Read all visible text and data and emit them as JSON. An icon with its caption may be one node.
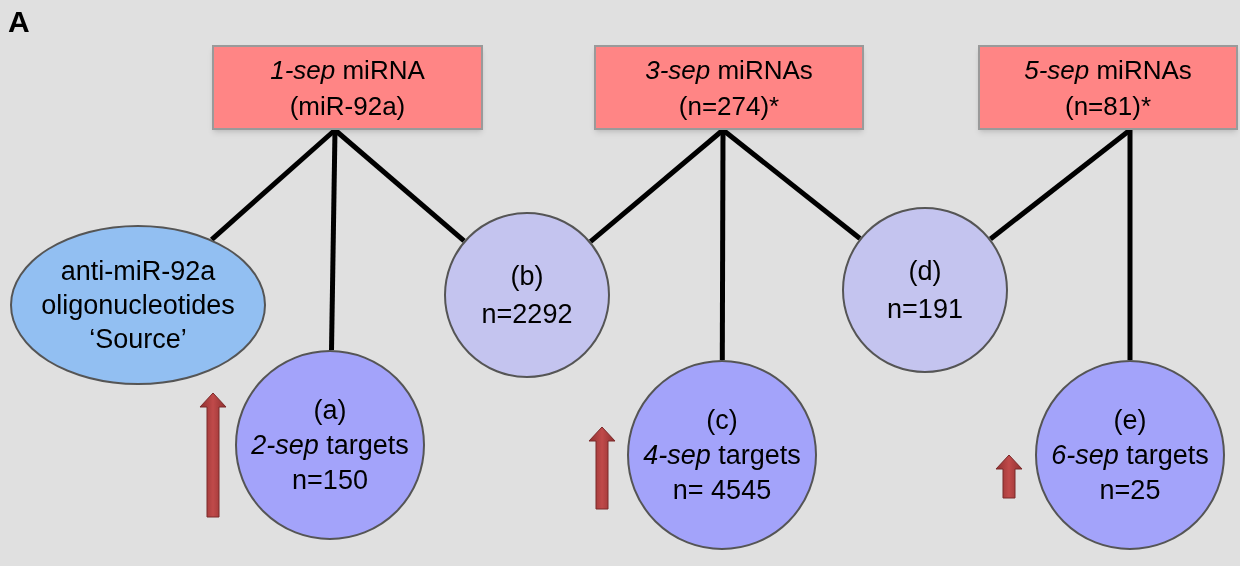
{
  "diagram": {
    "nodes": [
      {
        "text": [
          "*1-sep* miRNA",
          "(miR-92a)"
        ]
      },
      {
        "text": [
          "*3-sep* miRNAs",
          "(n=274)*"
        ]
      },
      {
        "text": [
          "*5-sep* miRNAs",
          "(n=81)*"
        ]
      },
      {
        "text": [
          "anti-miR-92a oligonucleotides ‘Source’"
        ]
      },
      {
        "text": [
          "(a)",
          "*2-sep* targets",
          "n=150"
        ]
      },
      {
        "text": [
          "(b)",
          "n=2292"
        ]
      },
      {
        "text": [
          "(c)",
          "*4-sep* targets",
          "n= 4545"
        ]
      },
      {
        "text": [
          "(d)",
          "n=191"
        ]
      },
      {
        "text": [
          "(e)",
          "*6-sep* targets",
          "n=25"
        ]
      }
    ],
    "edges": [
      {
        "from": 0,
        "to": 3,
        "arrow": "none"
      },
      {
        "from": 0,
        "to": 4,
        "arrow": "none"
      },
      {
        "from": 0,
        "to": 5,
        "arrow": "none"
      },
      {
        "from": 1,
        "to": 5,
        "arrow": "none"
      },
      {
        "from": 1,
        "to": 6,
        "arrow": "none"
      },
      {
        "from": 1,
        "to": 7,
        "arrow": "none"
      },
      {
        "from": 2,
        "to": 7,
        "arrow": "none"
      },
      {
        "from": 2,
        "to": 8,
        "arrow": "none"
      }
    ],
    "labels": [
      "A"
    ]
  }
}
